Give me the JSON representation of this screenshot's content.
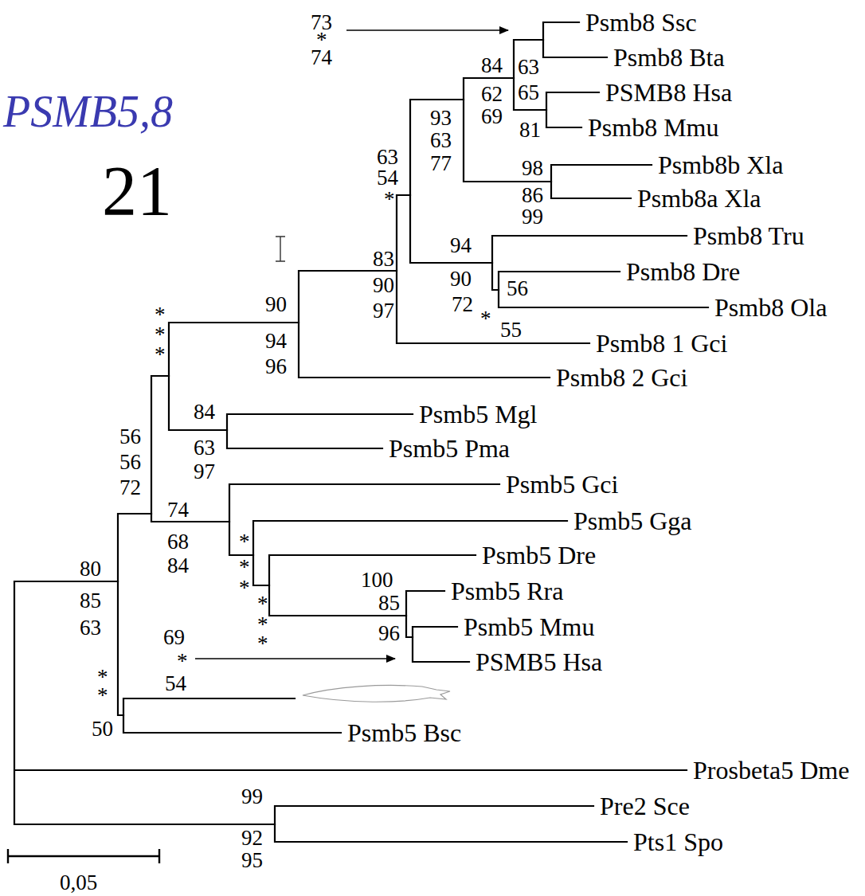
{
  "diagram": {
    "title": "PSMB5,8",
    "labels": [
      "21",
      "Psmb8 Ssc",
      "Psmb8 Bta",
      "PSMB8 Hsa",
      "Psmb8 Mmu",
      "Psmb8b Xla",
      "Psmb8a Xla",
      "Psmb8 Tru",
      "Psmb8 Dre",
      "Psmb8 Ola",
      "Psmb8 1 Gci",
      "Psmb8 2 Gci",
      "Psmb5 Mgl",
      "Psmb5 Pma",
      "Psmb5 Gci",
      "Psmb5 Gga",
      "Psmb5 Dre",
      "Psmb5 Rra",
      "Psmb5 Mmu",
      "PSMB5 Hsa",
      "Psmb5 Bsc",
      "Prosbeta5 Dme",
      "Pre2 Sce",
      "Pts1 Spo",
      "73",
      "*",
      "74",
      "84",
      "62",
      "69",
      "63",
      "65",
      "81",
      "93",
      "63",
      "77",
      "98",
      "86",
      "99",
      "63",
      "54",
      "*",
      "94",
      "90",
      "72",
      "56",
      "*",
      "55",
      "83",
      "90",
      "97",
      "90",
      "94",
      "96",
      "*",
      "*",
      "*",
      "84",
      "63",
      "97",
      "56",
      "56",
      "72",
      "74",
      "68",
      "84",
      "*",
      "*",
      "*",
      "*",
      "*",
      "*",
      "100",
      "85",
      "96",
      "69",
      "*",
      "54",
      "80",
      "85",
      "63",
      "*",
      "*",
      "50",
      "99",
      "92",
      "95",
      "0,05"
    ]
  }
}
